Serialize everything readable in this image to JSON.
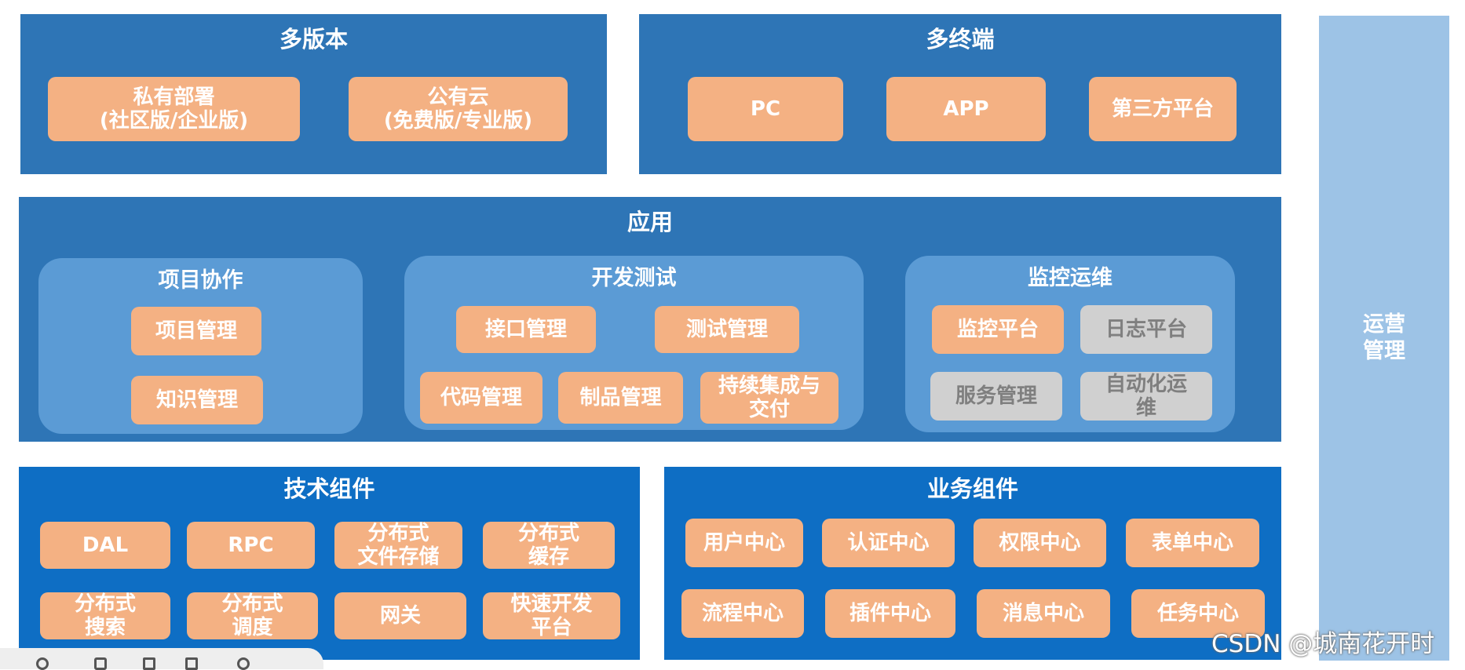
{
  "multi_version": {
    "title": "多版本",
    "items": [
      {
        "line1": "私有部署",
        "line2": "(社区版/企业版)"
      },
      {
        "line1": "公有云",
        "line2": "(免费版/专业版)"
      }
    ]
  },
  "multi_terminal": {
    "title": "多终端",
    "items": [
      "PC",
      "APP",
      "第三方平台"
    ]
  },
  "application": {
    "title": "应用",
    "project_collab": {
      "title": "项目协作",
      "items": [
        "项目管理",
        "知识管理"
      ]
    },
    "dev_test": {
      "title": "开发测试",
      "items": [
        "接口管理",
        "测试管理",
        "代码管理",
        "制品管理"
      ],
      "ci_cd": {
        "line1": "持续集成与",
        "line2": "交付"
      }
    },
    "monitor_ops": {
      "title": "监控运维",
      "items": [
        "监控平台",
        "日志平台",
        "服务管理"
      ],
      "auto_ops": {
        "line1": "自动化运",
        "line2": "维"
      }
    }
  },
  "tech_components": {
    "title": "技术组件",
    "single": [
      "DAL",
      "RPC",
      "网关"
    ],
    "double": [
      {
        "line1": "分布式",
        "line2": "文件存储"
      },
      {
        "line1": "分布式",
        "line2": "缓存"
      },
      {
        "line1": "分布式",
        "line2": "搜索"
      },
      {
        "line1": "分布式",
        "line2": "调度"
      },
      {
        "line1": "快速开发",
        "line2": "平台"
      }
    ]
  },
  "business_components": {
    "title": "业务组件",
    "items": [
      "用户中心",
      "认证中心",
      "权限中心",
      "表单中心",
      "流程中心",
      "插件中心",
      "消息中心",
      "任务中心"
    ]
  },
  "operations": {
    "line1": "运营",
    "line2": "管理"
  },
  "watermark": "CSDN @城南花开时",
  "colors": {
    "panel_blue": "#2e75b6",
    "panel_dark_blue": "#0e6ec4",
    "sub_panel_blue": "#5b9bd5",
    "ops_light_blue": "#9dc3e6",
    "box_orange": "#f4b183",
    "box_grey": "#d0d0d0"
  }
}
